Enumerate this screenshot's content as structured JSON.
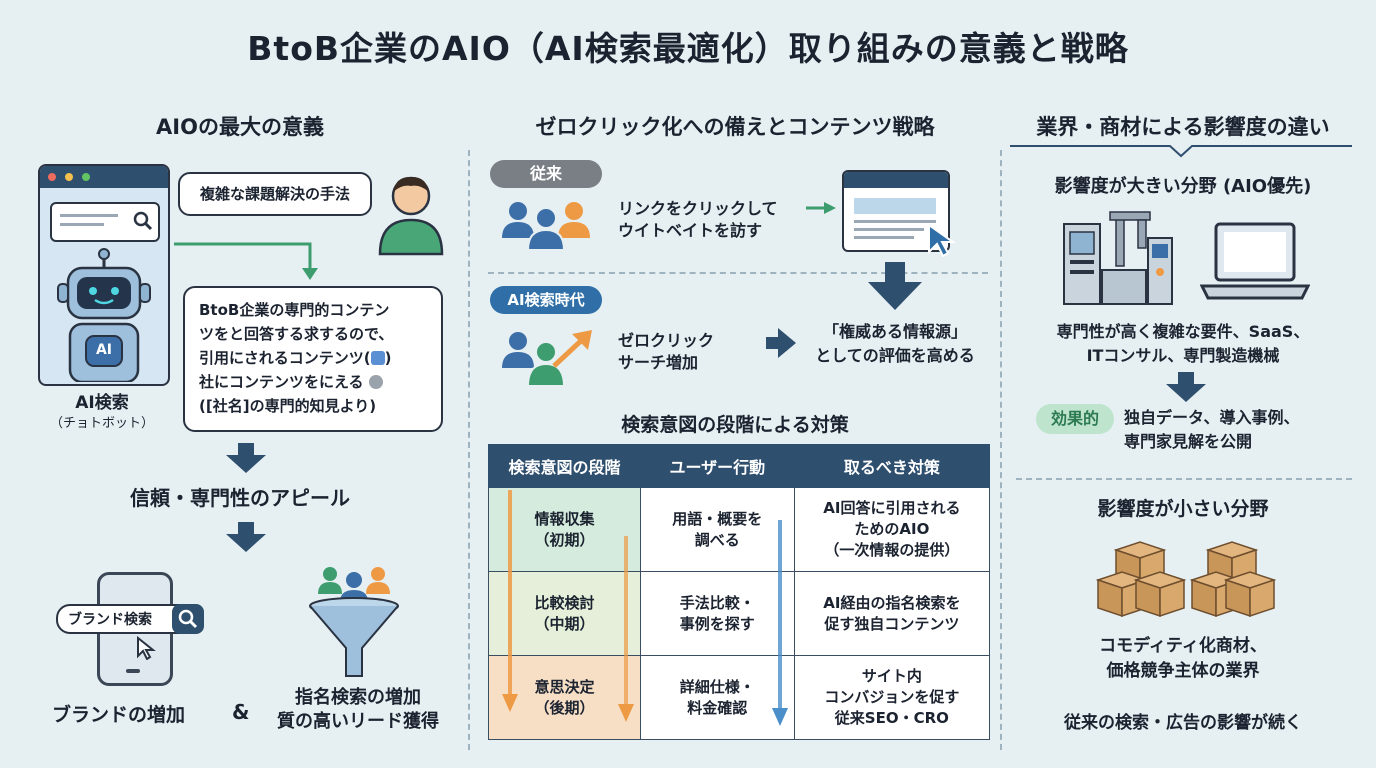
{
  "title": "BtoB企業のAIO（AI検索最適化）取り組みの意義と戦略",
  "left": {
    "heading": "AIOの最大の意義",
    "bubble_question": "複雑な課題解決の手法",
    "bubble_answer": [
      "BtoB企業の専門的コンテン",
      "ツをと回答する求するので、",
      "引用にされるコンテンツ(",
      "社にコンテンツをにえる",
      "([社名]の専門的知見より)"
    ],
    "robot_badge": "AI",
    "ai_label": "AI検索",
    "ai_sub": "（チョトボット）",
    "trust": "信頼・専門性のアピール",
    "search_box": "ブランド検索",
    "brand": "ブランドの増加",
    "amp": "&",
    "nominal": [
      "指名検索の増加",
      "質の高いリード獲得"
    ]
  },
  "middle": {
    "heading": "ゼロクリック化への備えとコンテンツ戦略",
    "traditional_pill": "従来",
    "traditional_text": [
      "リンクをクリックして",
      "ウイトベイトを訪す"
    ],
    "era_pill": "AI検索時代",
    "era_text": [
      "ゼロクリック",
      "サーチ増加"
    ],
    "authority": [
      "「権威ある情報源」",
      "としての評価を高める"
    ],
    "table_title": "検索意図の段階による対策",
    "columns": [
      "検索意図の段階",
      "ユーザー行動",
      "取るべき対策"
    ],
    "rows": [
      {
        "stage": [
          "情報収集",
          "（初期）"
        ],
        "action": [
          "用語・概要を",
          "調べる"
        ],
        "measure": [
          "AI回答に引用される",
          "ためのAIO",
          "（一次情報の提供）"
        ]
      },
      {
        "stage": [
          "比較検討",
          "（中期）"
        ],
        "action": [
          "手法比較・",
          "事例を探す"
        ],
        "measure": [
          "AI経由の指名検索を",
          "促す独自コンテンツ"
        ]
      },
      {
        "stage": [
          "意思決定",
          "（後期）"
        ],
        "action": [
          "詳細仕様・",
          "料金確認"
        ],
        "measure": [
          "サイト内",
          "コンバジョンを促す",
          "従来SEO・CRO"
        ]
      }
    ]
  },
  "right": {
    "heading": "業界・商材による影響度の違い",
    "high_title": "影響度が大きい分野 (AIO優先)",
    "high_text": [
      "専門性が高く複雑な要件、SaaS、",
      "ITコンサル、専門製造機械"
    ],
    "effect_pill": "効果的",
    "effect_text": [
      "独自データ、導入事例、",
      "専門家見解を公開"
    ],
    "low_title": "影響度が小さい分野",
    "low_text": [
      "コモディティ化商材、",
      "価格競争主体の業界"
    ],
    "low_note": "従来の検索・広告の影響が続く"
  },
  "colors": {
    "navy": "#2f4f6e",
    "green": "#3e9d6e",
    "orange": "#ee9a45",
    "gray": "#7a7f86",
    "blue": "#2f6ea6"
  }
}
